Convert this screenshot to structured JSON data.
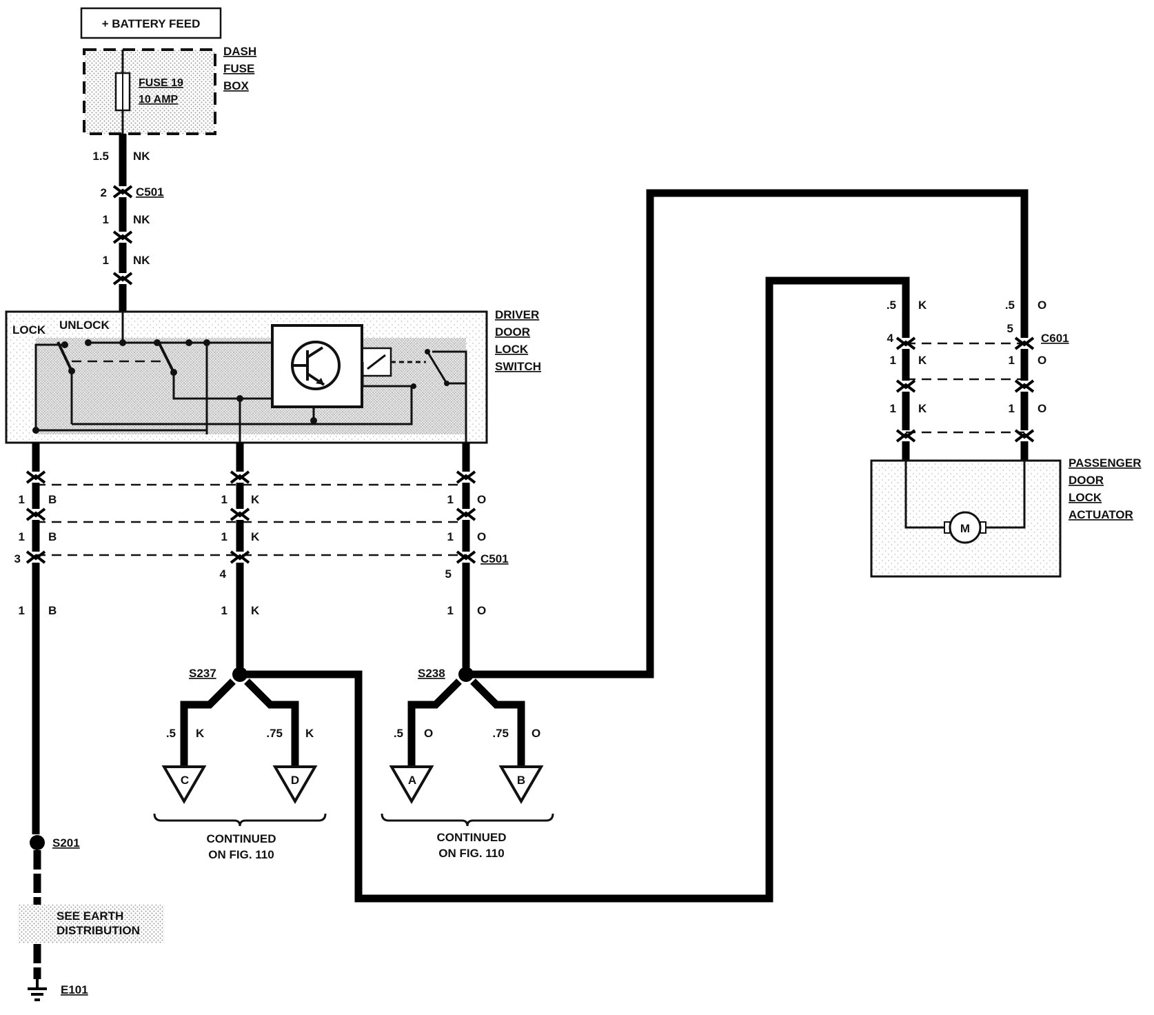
{
  "battery": {
    "label": "+ BATTERY FEED"
  },
  "fuse_box": {
    "name_lines": [
      "DASH",
      "FUSE",
      "BOX"
    ],
    "fuse_line1": "FUSE 19",
    "fuse_line2": "10 AMP"
  },
  "feed_wire": {
    "seg1": {
      "size": "1.5",
      "color": "NK"
    },
    "connector_pin": "2",
    "connector": "C501",
    "seg2": {
      "size": "1",
      "color": "NK"
    },
    "seg3": {
      "size": "1",
      "color": "NK"
    }
  },
  "driver_switch": {
    "name_lines": [
      "DRIVER",
      "DOOR",
      "LOCK",
      "SWITCH"
    ],
    "lock_label": "LOCK",
    "unlock_label": "UNLOCK"
  },
  "lower_wires": {
    "left": {
      "r1_size": "1",
      "r1_color": "B",
      "r2_size": "1",
      "r2_color": "B",
      "pin": "3",
      "r3_size": "1",
      "r3_color": "B"
    },
    "middle": {
      "r1_size": "1",
      "r1_color": "K",
      "r2_size": "1",
      "r2_color": "K",
      "pin": "4",
      "r3_size": "1",
      "r3_color": "K"
    },
    "right": {
      "r1_size": "1",
      "r1_color": "O",
      "r2_size": "1",
      "r2_color": "O",
      "pin": "5",
      "r3_size": "1",
      "r3_color": "O"
    },
    "connector": "C501"
  },
  "splices": {
    "s237": {
      "name": "S237",
      "left": {
        "size": ".5",
        "color": "K",
        "target": "C"
      },
      "right": {
        "size": ".75",
        "color": "K",
        "target": "D"
      },
      "continued_l1": "CONTINUED",
      "continued_l2": "ON FIG. 110"
    },
    "s238": {
      "name": "S238",
      "left": {
        "size": ".5",
        "color": "O",
        "target": "A"
      },
      "right": {
        "size": ".75",
        "color": "O",
        "target": "B"
      },
      "continued_l1": "CONTINUED",
      "continued_l2": "ON FIG. 110"
    }
  },
  "ground": {
    "splice": "S201",
    "note_line1": "SEE EARTH",
    "note_line2": "DISTRIBUTION",
    "earth": "E101"
  },
  "passenger": {
    "name_lines": [
      "PASSENGER",
      "DOOR",
      "LOCK",
      "ACTUATOR"
    ],
    "motor_label": "M",
    "connector": "C601",
    "k_wire": {
      "top_size": ".5",
      "top_color": "K",
      "pin": "4",
      "r1_size": "1",
      "r1_color": "K",
      "r2_size": "1",
      "r2_color": "K"
    },
    "o_wire": {
      "top_size": ".5",
      "top_color": "O",
      "pin": "5",
      "r1_size": "1",
      "r1_color": "O",
      "r2_size": "1",
      "r2_color": "O"
    }
  }
}
